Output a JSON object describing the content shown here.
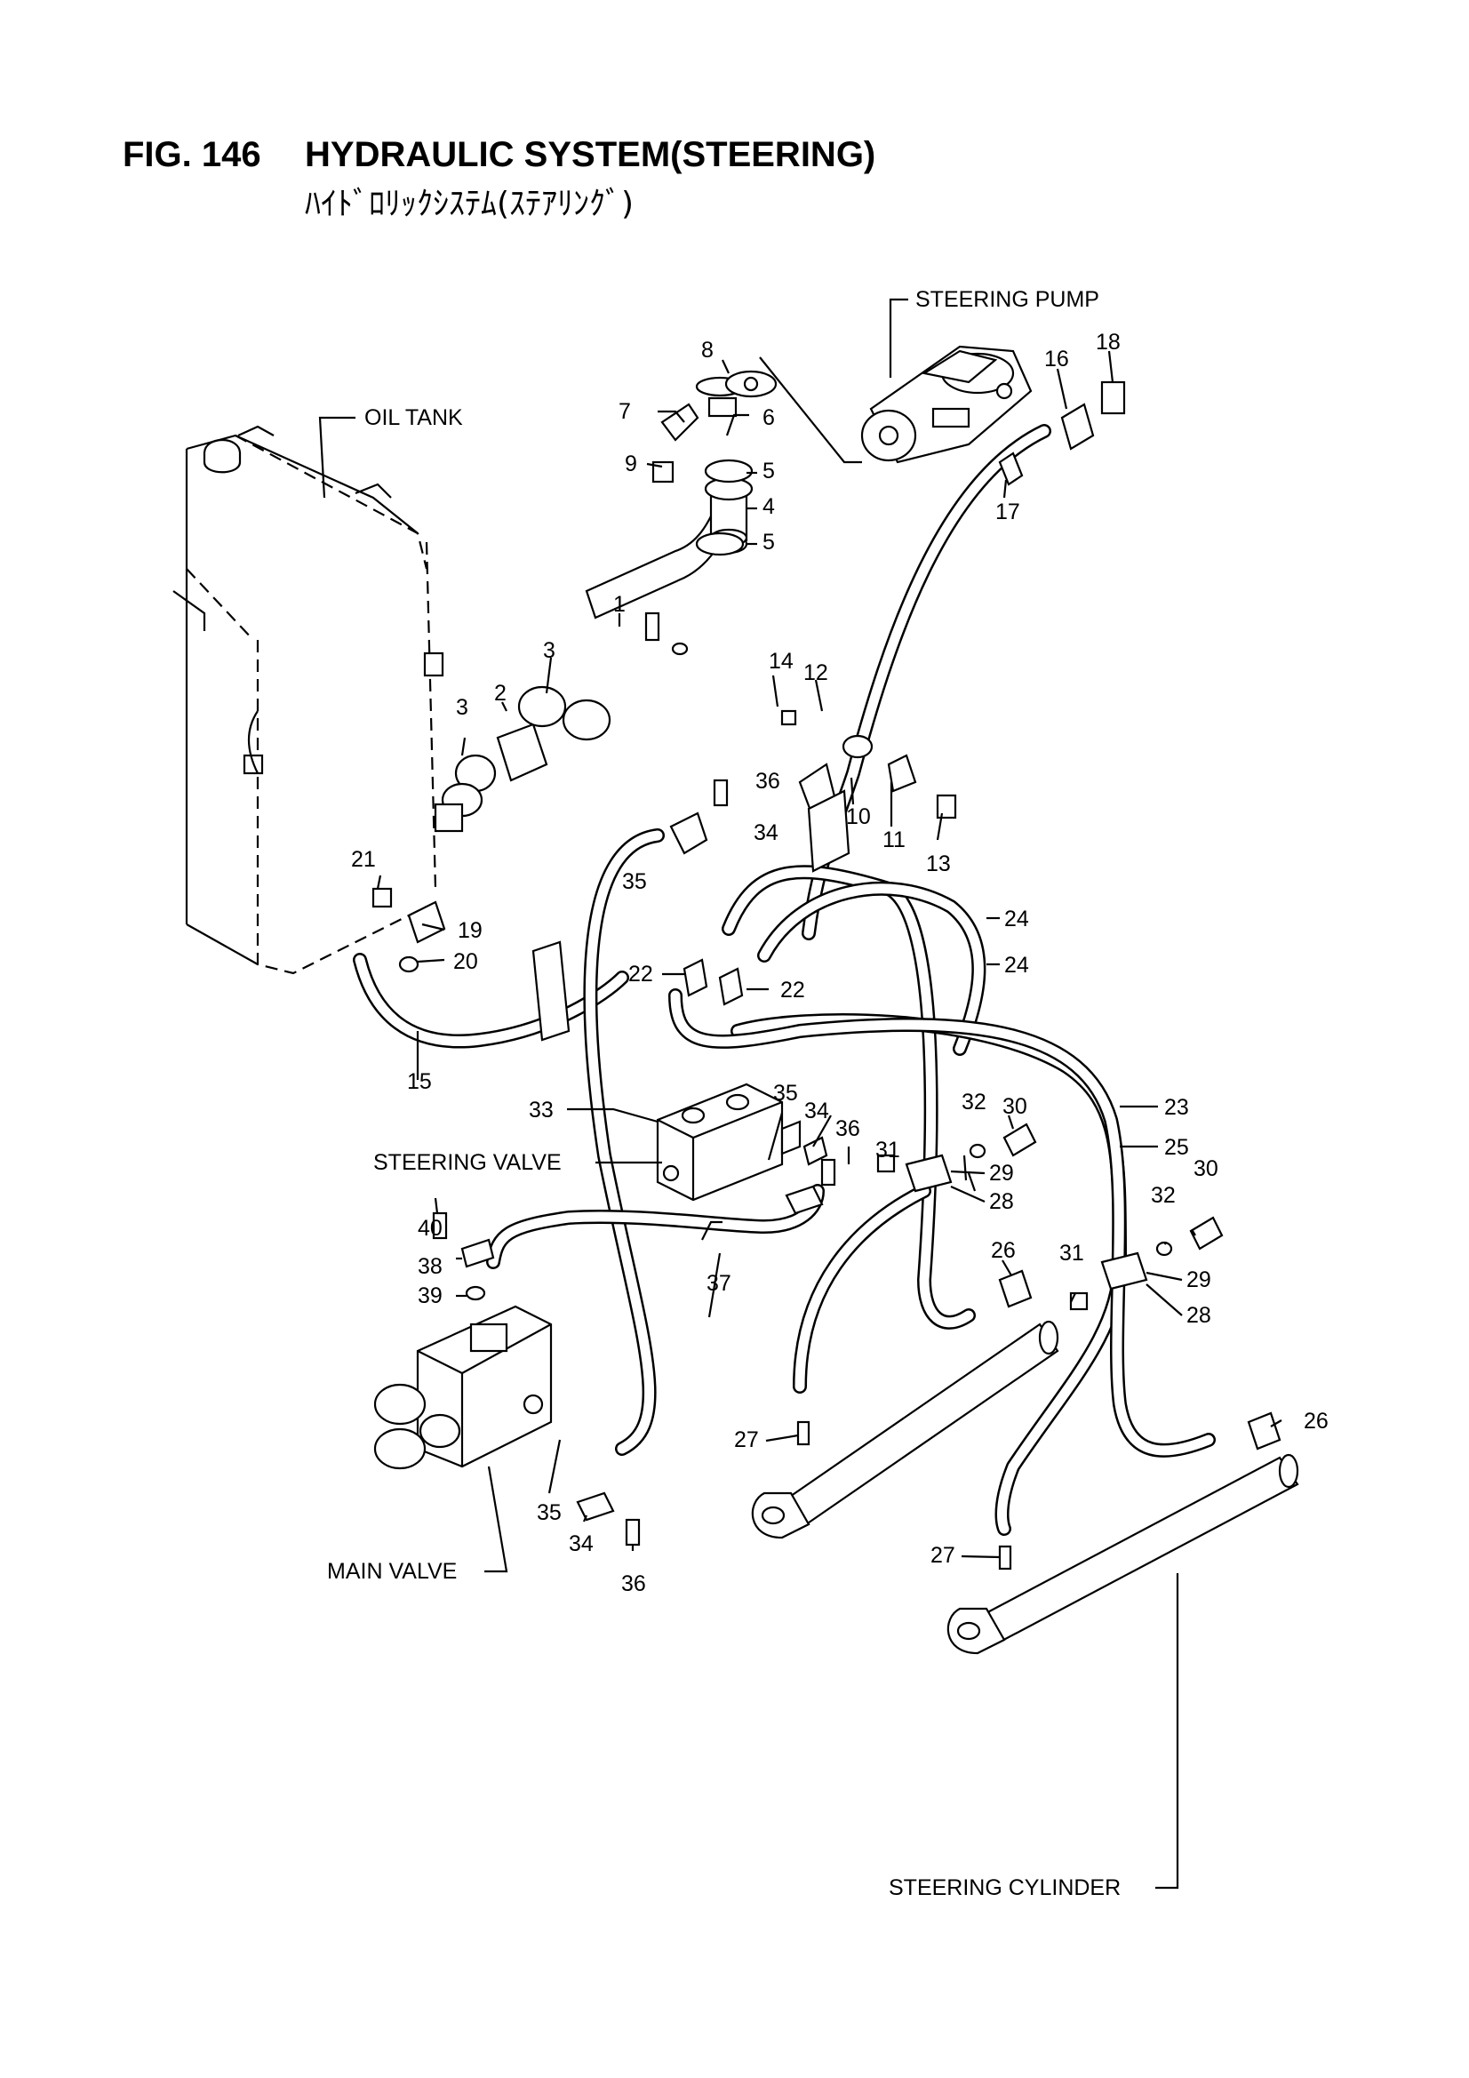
{
  "header": {
    "fig_number": "FIG. 146",
    "title": "HYDRAULIC SYSTEM(STEERING)",
    "subtitle": "ﾊｲﾄﾞﾛﾘｯｸｼｽﾃﾑ(ｽﾃｱﾘﾝｸﾞ)"
  },
  "components": {
    "steering_pump": "STEERING PUMP",
    "oil_tank": "OIL TANK",
    "steering_valve": "STEERING VALVE",
    "main_valve": "MAIN VALVE",
    "steering_cylinder": "STEERING CYLINDER"
  },
  "callouts": {
    "c1": "1",
    "c2": "2",
    "c3a": "3",
    "c3b": "3",
    "c4": "4",
    "c5a": "5",
    "c5b": "5",
    "c6": "6",
    "c7": "7",
    "c8": "8",
    "c9": "9",
    "c10": "10",
    "c11": "11",
    "c12": "12",
    "c13": "13",
    "c14": "14",
    "c15": "15",
    "c16": "16",
    "c17": "17",
    "c18": "18",
    "c19": "19",
    "c20": "20",
    "c21": "21",
    "c22a": "22",
    "c22b": "22",
    "c23": "23",
    "c24a": "24",
    "c24b": "24",
    "c25": "25",
    "c26a": "26",
    "c26b": "26",
    "c27a": "27",
    "c27b": "27",
    "c28a": "28",
    "c28b": "28",
    "c29a": "29",
    "c29b": "29",
    "c30a": "30",
    "c30b": "30",
    "c31a": "31",
    "c31b": "31",
    "c32a": "32",
    "c32b": "32",
    "c33": "33",
    "c34a": "34",
    "c34b": "34",
    "c34c": "34",
    "c35a": "35",
    "c35b": "35",
    "c35c": "35",
    "c36a": "36",
    "c36b": "36",
    "c36c": "36",
    "c37": "37",
    "c38": "38",
    "c39": "39",
    "c40": "40"
  }
}
